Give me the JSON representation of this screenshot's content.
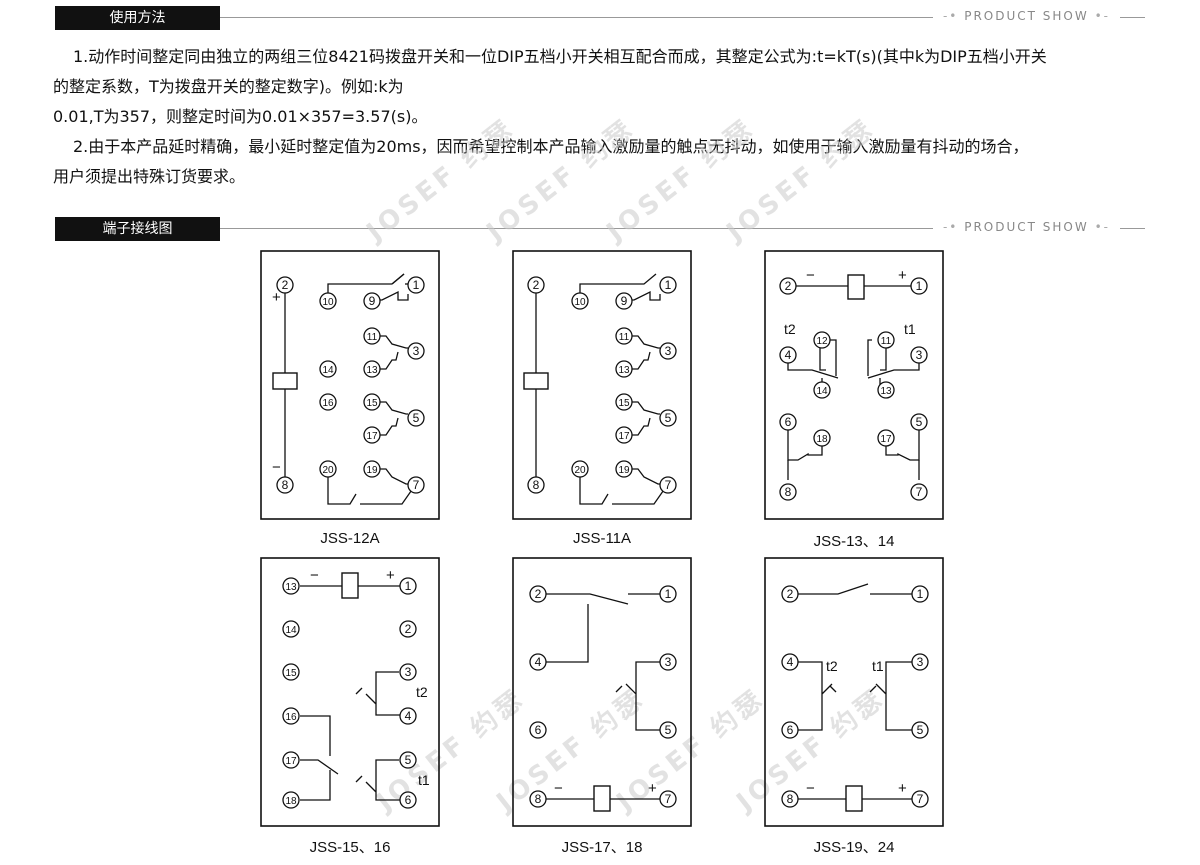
{
  "sections": {
    "usage": {
      "title": "使用方法",
      "tag": "PRODUCT SHOW"
    },
    "wiring": {
      "title": "端子接线图",
      "tag": "PRODUCT SHOW"
    }
  },
  "paragraphs": [
    "1.动作时间整定同由独立的两组三位8421码拨盘开关和一位DIP五档小开关相互配合而成，其整定公式为:t=kT(s)(其中k为DIP五档小开关",
    "的整定系数，T为拨盘开关的整定数字)。例如:k为",
    "0.01,T为357，则整定时间为0.01×357=3.57(s)。",
    "2.由于本产品延时精确，最小延时整定值为20ms，因而希望控制本产品输入激励量的触点无抖动，如使用于输入激励量有抖动的场合，",
    "用户须提出特殊订货要求。"
  ],
  "watermark": "JOSEF 约瑟",
  "diagrams": [
    {
      "label": "JSS-12A",
      "terminals": [
        "2",
        "10",
        "9",
        "1",
        "11",
        "3",
        "13",
        "14",
        "16",
        "15",
        "5",
        "17",
        "20",
        "19",
        "7",
        "8"
      ],
      "polarity": [
        "+",
        "−"
      ]
    },
    {
      "label": "JSS-11A",
      "terminals": [
        "2",
        "10",
        "9",
        "1",
        "11",
        "3",
        "13",
        "15",
        "5",
        "17",
        "20",
        "19",
        "7",
        "8"
      ]
    },
    {
      "label": "JSS-13、14",
      "terminals": [
        "2",
        "1",
        "12",
        "11",
        "4",
        "3",
        "14",
        "13",
        "6",
        "18",
        "17",
        "5",
        "8",
        "7"
      ],
      "polarity": [
        "−",
        "+"
      ],
      "timers": [
        "t2",
        "t1"
      ]
    },
    {
      "label": "JSS-15、16",
      "terminals": [
        "13",
        "1",
        "14",
        "2",
        "15",
        "3",
        "16",
        "4",
        "17",
        "5",
        "18",
        "6"
      ],
      "polarity": [
        "−",
        "+"
      ],
      "timers": [
        "t2",
        "t1"
      ]
    },
    {
      "label": "JSS-17、18",
      "terminals": [
        "2",
        "1",
        "4",
        "3",
        "6",
        "5",
        "8",
        "7"
      ],
      "polarity": [
        "−",
        "+"
      ]
    },
    {
      "label": "JSS-19、24",
      "terminals": [
        "2",
        "1",
        "4",
        "3",
        "6",
        "5",
        "8",
        "7"
      ],
      "polarity": [
        "−",
        "+"
      ],
      "timers": [
        "t2",
        "t1"
      ]
    }
  ]
}
